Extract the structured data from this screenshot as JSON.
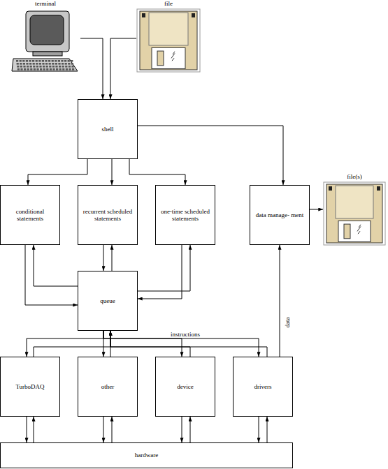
{
  "diagram": {
    "nodes": [
      {
        "text": [
          "terminal"
        ]
      },
      {
        "text": [
          "file"
        ]
      },
      {
        "text": [
          "shell"
        ]
      },
      {
        "text": [
          "conditional statements"
        ]
      },
      {
        "text": [
          "recurrent scheduled statements"
        ]
      },
      {
        "text": [
          "one-time scheduled statements"
        ]
      },
      {
        "text": [
          "data manage- ment"
        ]
      },
      {
        "text": [
          "file(s)"
        ]
      },
      {
        "text": [
          "queue"
        ]
      },
      {
        "text": [
          "TurboDAQ"
        ]
      },
      {
        "text": [
          "other"
        ]
      },
      {
        "text": [
          "device"
        ]
      },
      {
        "text": [
          "drivers"
        ]
      },
      {
        "text": [
          "hardware"
        ]
      }
    ],
    "edges": [
      {
        "from": 0,
        "to": 2,
        "arrow": "to"
      },
      {
        "from": 1,
        "to": 2,
        "arrow": "to"
      },
      {
        "from": 2,
        "to": 3,
        "arrow": "to"
      },
      {
        "from": 2,
        "to": 4,
        "arrow": "to"
      },
      {
        "from": 2,
        "to": 5,
        "arrow": "to"
      },
      {
        "from": 2,
        "to": 6,
        "arrow": "to"
      },
      {
        "from": 6,
        "to": 7,
        "arrow": "to"
      },
      {
        "from": 3,
        "to": 8,
        "arrow": "to"
      },
      {
        "from": 8,
        "to": 3,
        "arrow": "to"
      },
      {
        "from": 4,
        "to": 8,
        "arrow": "to"
      },
      {
        "from": 8,
        "to": 4,
        "arrow": "to"
      },
      {
        "from": 5,
        "to": 8,
        "arrow": "to"
      },
      {
        "from": 8,
        "to": 5,
        "arrow": "to"
      },
      {
        "from": 8,
        "to": 9,
        "arrow": "to"
      },
      {
        "from": 8,
        "to": 10,
        "arrow": "to"
      },
      {
        "from": 8,
        "to": 11,
        "arrow": "to"
      },
      {
        "from": 8,
        "to": 12,
        "arrow": "to"
      },
      {
        "from": 9,
        "to": 8,
        "arrow": "to"
      },
      {
        "from": 10,
        "to": 8,
        "arrow": "to"
      },
      {
        "from": 11,
        "to": 8,
        "arrow": "to"
      },
      {
        "from": 12,
        "to": 8,
        "arrow": "to"
      },
      {
        "from": 12,
        "to": 6,
        "label": "data",
        "arrow": "to"
      },
      {
        "from": 9,
        "to": 13,
        "arrow": "to"
      },
      {
        "from": 13,
        "to": 9,
        "arrow": "to"
      },
      {
        "from": 10,
        "to": 13,
        "arrow": "to"
      },
      {
        "from": 13,
        "to": 10,
        "arrow": "to"
      },
      {
        "from": 11,
        "to": 13,
        "arrow": "to"
      },
      {
        "from": 13,
        "to": 11,
        "arrow": "to"
      },
      {
        "from": 12,
        "to": 13,
        "arrow": "to"
      },
      {
        "from": 13,
        "to": 12,
        "arrow": "to"
      }
    ],
    "labels": [
      "instructions"
    ]
  }
}
